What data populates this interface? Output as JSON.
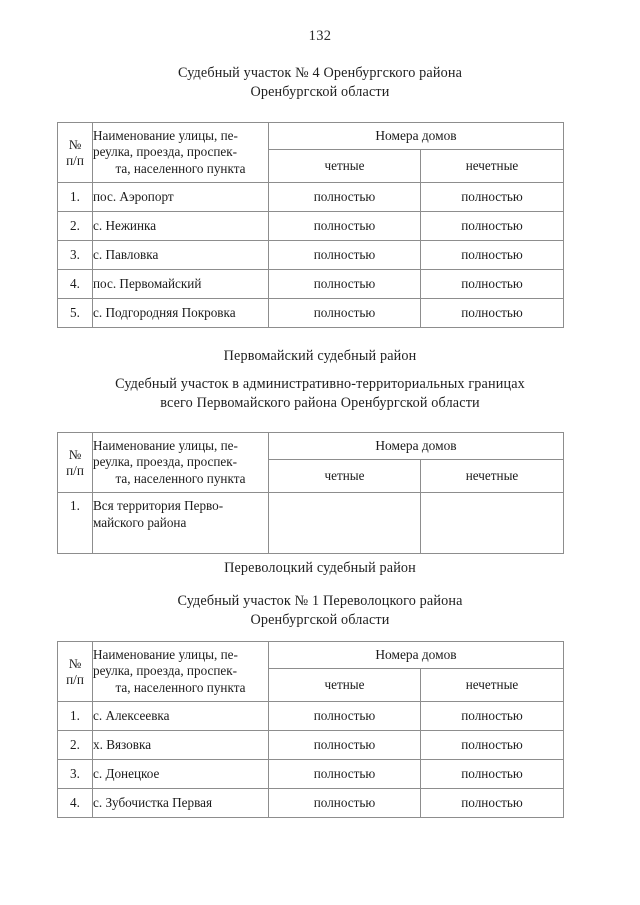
{
  "page": {
    "number": "132"
  },
  "headings": {
    "uchastok_4": {
      "line1": "Судебный участок № 4 Оренбургского района",
      "line2": "Оренбургской области"
    },
    "pervomaysky_district": {
      "line1": "Первомайский судебный район"
    },
    "pervomaysky_uchastok": {
      "line1": "Судебный участок в административно-территориальных границах",
      "line2": "всего Первомайского района Оренбургской области"
    },
    "perevolotsky_district": {
      "line1": "Переволоцкий судебный район"
    },
    "perevolotsky_uchastok": {
      "line1": "Судебный участок № 1 Переволоцкого района",
      "line2": "Оренбургской области"
    }
  },
  "table_header": {
    "num_line1": "№",
    "num_line2": "п/п",
    "name_line1": "Наименование улицы, пе-",
    "name_line2": "реулка, проезда, проспек-",
    "name_line3": "та, населенного пункта",
    "houses_group": "Номера домов",
    "even": "четные",
    "odd": "нечетные"
  },
  "tables": [
    {
      "id": "table-uchastok-4",
      "rows": [
        {
          "num": "1.",
          "name": "пос. Аэропорт",
          "even": "полностью",
          "odd": "полностью"
        },
        {
          "num": "2.",
          "name": "с. Нежинка",
          "even": "полностью",
          "odd": "полностью"
        },
        {
          "num": "3.",
          "name": "с. Павловка",
          "even": "полностью",
          "odd": "полностью"
        },
        {
          "num": "4.",
          "name": "пос. Первомайский",
          "even": "полностью",
          "odd": "полностью"
        },
        {
          "num": "5.",
          "name": "с. Подгородняя Покровка",
          "even": "полностью",
          "odd": "полностью"
        }
      ]
    },
    {
      "id": "table-pervomaysky",
      "rows": [
        {
          "num": "1.",
          "name_line1": "Вся территория Перво-",
          "name_line2": "майского района",
          "even": "",
          "odd": ""
        }
      ]
    },
    {
      "id": "table-perevolotsky",
      "rows": [
        {
          "num": "1.",
          "name": "с. Алексеевка",
          "even": "полностью",
          "odd": "полностью"
        },
        {
          "num": "2.",
          "name": "х. Вязовка",
          "even": "полностью",
          "odd": "полностью"
        },
        {
          "num": "3.",
          "name": "с. Донецкое",
          "even": "полностью",
          "odd": "полностью"
        },
        {
          "num": "4.",
          "name": "с. Зубочистка Первая",
          "even": "полностью",
          "odd": "полностью"
        }
      ]
    }
  ]
}
